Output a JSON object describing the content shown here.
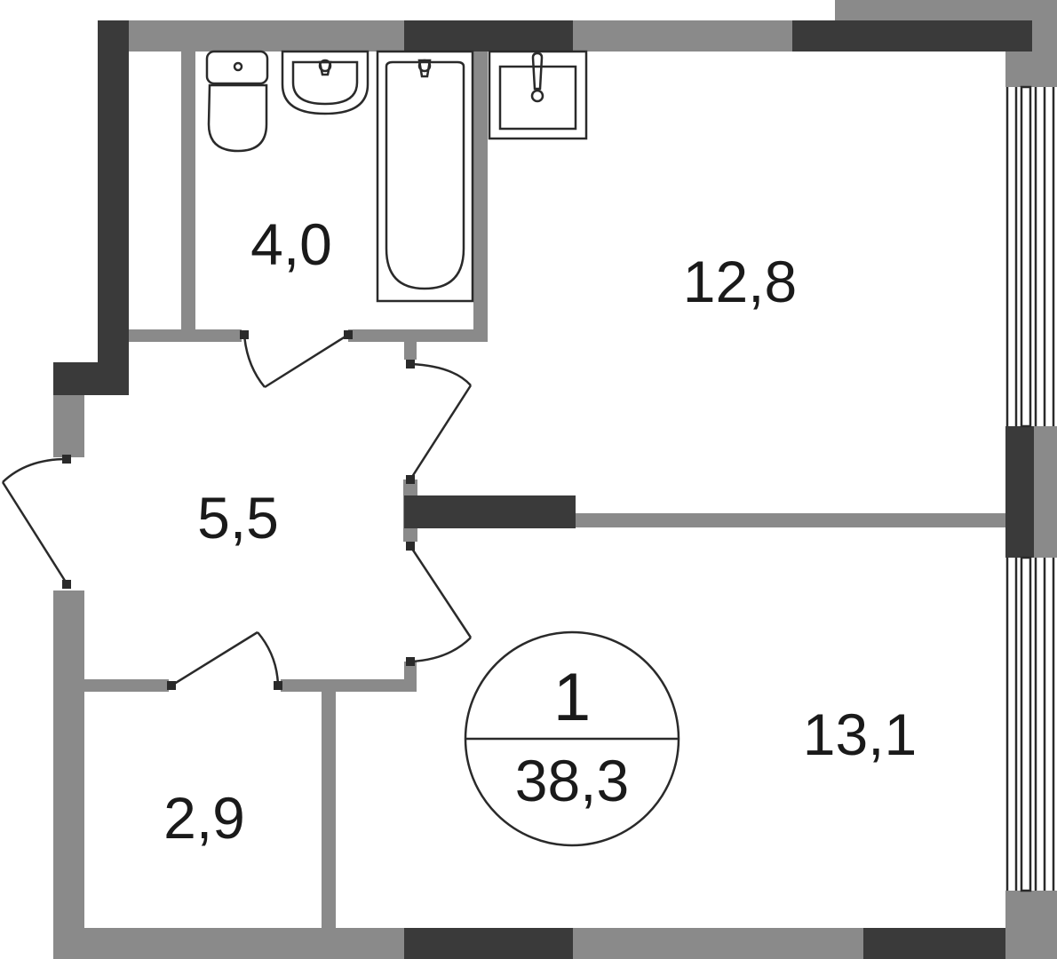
{
  "plan": {
    "rooms": [
      {
        "id": "bathroom",
        "area": "4,0"
      },
      {
        "id": "kitchen",
        "area": "12,8"
      },
      {
        "id": "hall",
        "area": "5,5"
      },
      {
        "id": "living-room",
        "area": "13,1"
      },
      {
        "id": "storage",
        "area": "2,9"
      }
    ],
    "badge": {
      "rooms_count": "1",
      "total_area": "38,3"
    },
    "colors": {
      "load_wall": "#3a3a3a",
      "partition": "#8a8a8a",
      "line": "#2a2a2a",
      "background": "#ffffff"
    }
  }
}
